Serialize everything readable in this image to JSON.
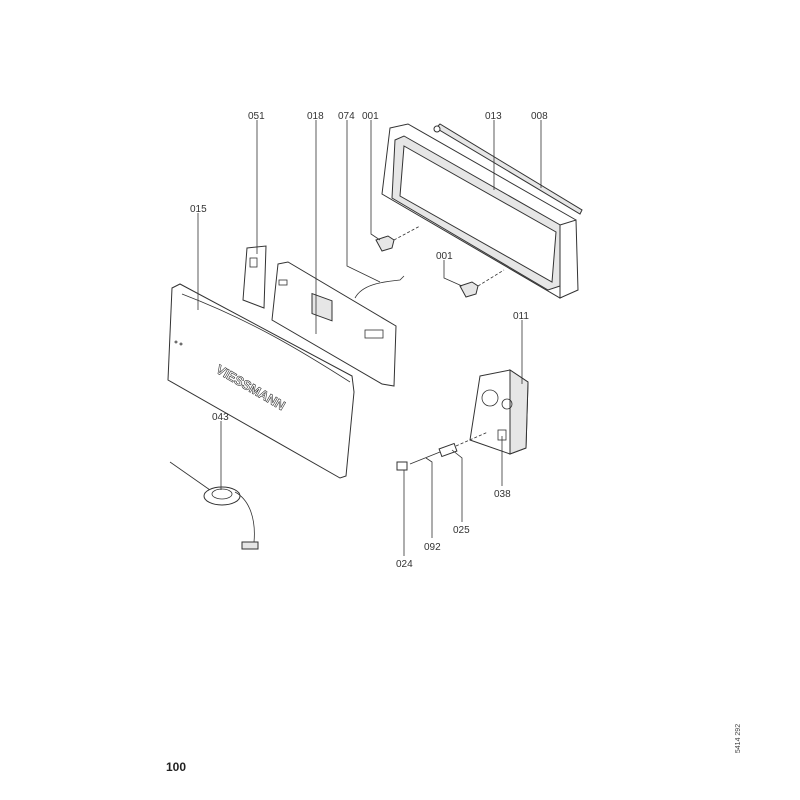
{
  "diagram": {
    "brand_logo": "VIESSMANN",
    "part_labels": {
      "p051": "051",
      "p018": "018",
      "p074": "074",
      "p001a": "001",
      "p013": "013",
      "p008": "008",
      "p015": "015",
      "p001b": "001",
      "p011": "011",
      "p043": "043",
      "p038": "038",
      "p025": "025",
      "p092": "092",
      "p024": "024"
    }
  },
  "footer": {
    "page_number": "100",
    "document_code": "5414 292"
  }
}
